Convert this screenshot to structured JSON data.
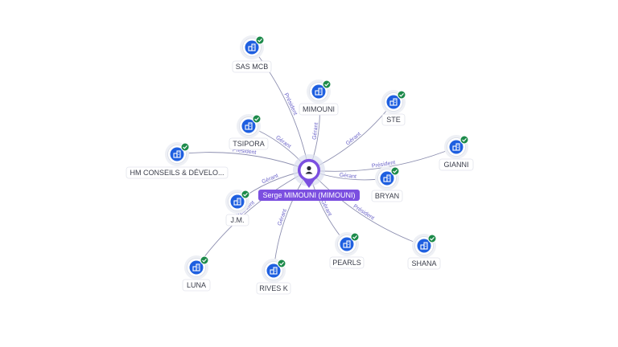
{
  "center": {
    "name": "Serge MIMOUNI (MIMOUNI)",
    "icon": "person-icon"
  },
  "nodes": [
    {
      "id": "sas-mcb",
      "label": "SAS MCB",
      "relation": "Président",
      "icon": "company-icon",
      "badge": "verified-check-icon"
    },
    {
      "id": "mimouni",
      "label": "MIMOUNI",
      "relation": "Gérant",
      "icon": "company-icon",
      "badge": "verified-check-icon"
    },
    {
      "id": "ste",
      "label": "STE",
      "relation": "Gérant",
      "icon": "company-icon",
      "badge": "verified-check-icon"
    },
    {
      "id": "tsipora",
      "label": "TSIPORA",
      "relation": "Gérant",
      "icon": "company-icon",
      "badge": "verified-check-icon"
    },
    {
      "id": "gianni",
      "label": "GIANNI",
      "relation": "Président",
      "icon": "company-icon",
      "badge": "verified-check-icon"
    },
    {
      "id": "hm-conseils",
      "label": "HM CONSEILS & DÉVELO...",
      "relation": "Président",
      "icon": "company-icon",
      "badge": "verified-check-icon"
    },
    {
      "id": "bryan",
      "label": "BRYAN",
      "relation": "Gérant",
      "icon": "company-icon",
      "badge": "verified-check-icon"
    },
    {
      "id": "jm",
      "label": "J.M.",
      "relation": "Gérant",
      "icon": "company-icon",
      "badge": "verified-check-icon"
    },
    {
      "id": "luna",
      "label": "LUNA",
      "relation": "Président",
      "icon": "company-icon",
      "badge": "verified-check-icon"
    },
    {
      "id": "rives-k",
      "label": "RIVES K",
      "relation": "Gérant",
      "icon": "company-icon",
      "badge": "verified-check-icon"
    },
    {
      "id": "pearls",
      "label": "PEARLS",
      "relation": "Gérant",
      "icon": "company-icon",
      "badge": "verified-check-icon"
    },
    {
      "id": "shana",
      "label": "SHANA",
      "relation": "Président",
      "icon": "company-icon",
      "badge": "verified-check-icon"
    }
  ],
  "colors": {
    "accent": "#7b4fe0",
    "node_icon": "#1e5fe0",
    "badge": "#1c8a4a",
    "edge": "#8d8fb0",
    "edge_label": "#6b64c9"
  }
}
